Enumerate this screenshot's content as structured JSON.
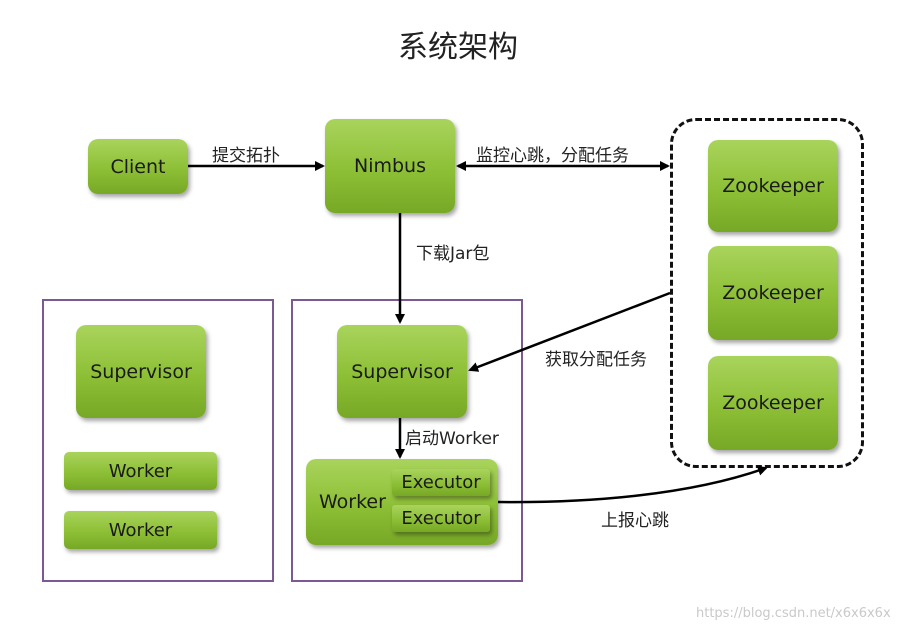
{
  "title": "系统架构",
  "nodes": {
    "client": "Client",
    "nimbus": "Nimbus",
    "zookeepers": [
      "Zookeeper",
      "Zookeeper",
      "Zookeeper"
    ],
    "supervisor_left": "Supervisor",
    "worker_left_1": "Worker",
    "worker_left_2": "Worker",
    "supervisor_main": "Supervisor",
    "worker_main": "Worker",
    "executor_1": "Executor",
    "executor_2": "Executor"
  },
  "edges": {
    "submit_topology": "提交拓扑",
    "heartbeat_assign": "监控心跳，分配任务",
    "download_jar": "下载Jar包",
    "fetch_tasks": "获取分配任务",
    "start_worker": "启动Worker",
    "report_heartbeat": "上报心跳"
  },
  "watermark": "https://blog.csdn.net/x6x6x6x"
}
